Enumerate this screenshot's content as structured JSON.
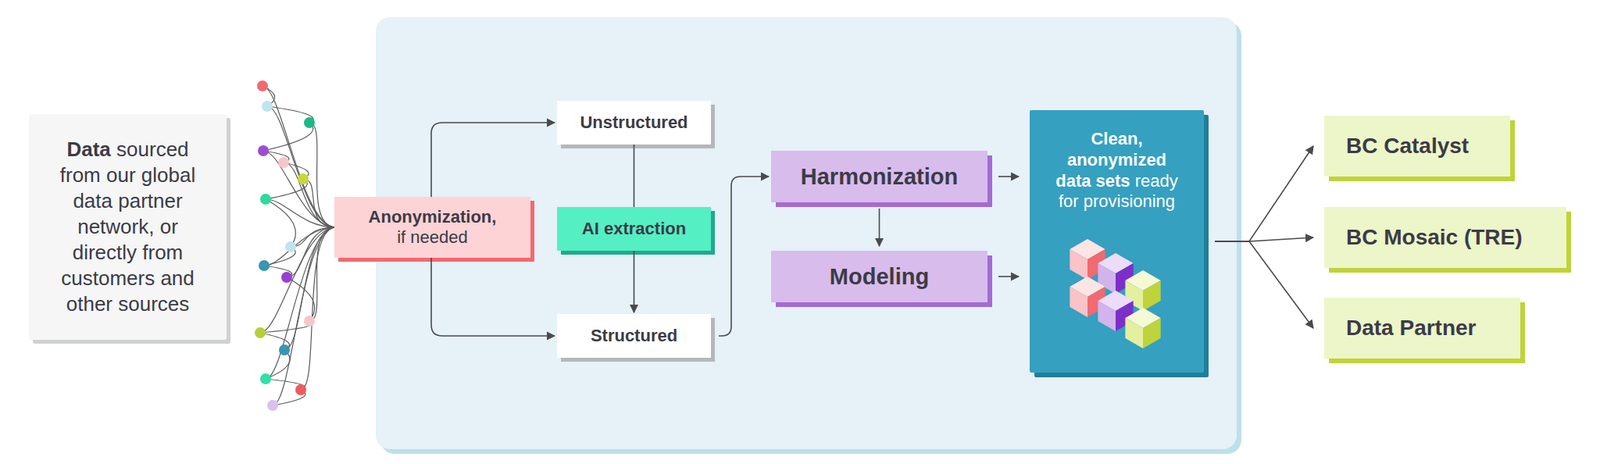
{
  "diagram": {
    "nodes": [
      {
        "text": [
          "Data",
          "sourced from our global data partner network, or directly from customers and other sources"
        ]
      },
      {
        "text": [
          "Anonymization,",
          "if needed"
        ]
      },
      {
        "text": [
          "Unstructured"
        ]
      },
      {
        "text": [
          "AI extraction"
        ]
      },
      {
        "text": [
          "Structured"
        ]
      },
      {
        "text": [
          "Harmonization"
        ]
      },
      {
        "text": [
          "Modeling"
        ]
      },
      {
        "text": [
          "Clean, anonymized data sets",
          "ready for provisioning"
        ]
      },
      {
        "text": [
          "BC Catalyst"
        ]
      },
      {
        "text": [
          "BC Mosaic (TRE)"
        ]
      },
      {
        "text": [
          "Data Partner"
        ]
      }
    ],
    "edges": [
      {
        "from": 1,
        "to": 2,
        "arrow": "to"
      },
      {
        "from": 1,
        "to": 4,
        "arrow": "to"
      },
      {
        "from": 2,
        "to": 3,
        "arrow": "none"
      },
      {
        "from": 3,
        "to": 4,
        "arrow": "to"
      },
      {
        "from": 4,
        "to": 5,
        "arrow": "to"
      },
      {
        "from": 5,
        "to": 6,
        "arrow": "to"
      },
      {
        "from": 5,
        "to": 7,
        "arrow": "to"
      },
      {
        "from": 6,
        "to": 7,
        "arrow": "to"
      },
      {
        "from": 7,
        "to": 8,
        "arrow": "to"
      },
      {
        "from": 7,
        "to": 9,
        "arrow": "to"
      },
      {
        "from": 7,
        "to": 10,
        "arrow": "to"
      }
    ]
  }
}
